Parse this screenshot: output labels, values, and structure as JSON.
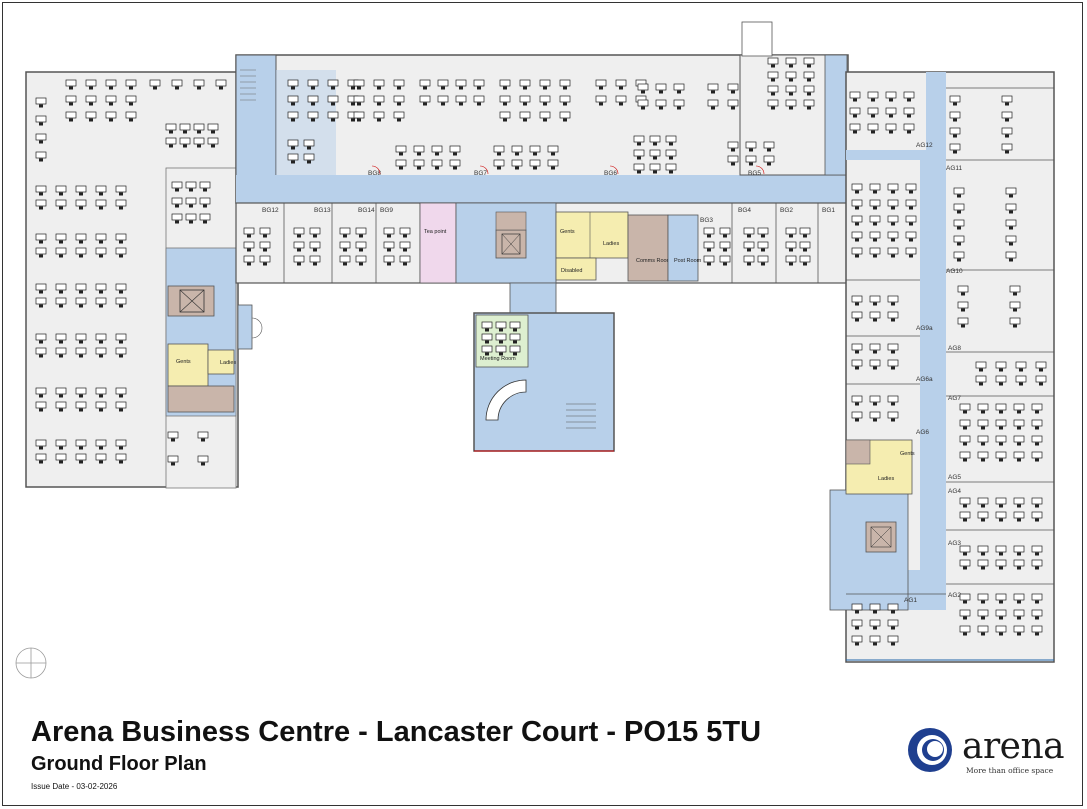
{
  "title": "Arena Business Centre - Lancaster Court - PO15 5TU",
  "subtitle": "Ground Floor Plan",
  "issue_date": "Issue Date - 03-02-2026",
  "logo": {
    "word": "arena",
    "tagline": "More than office space",
    "icon": "arena-ring-logo-icon",
    "accent": "#1f3f8f"
  },
  "colors": {
    "circulation": "#b8d0ea",
    "office": "#efefef",
    "toilet": "#f5edb0",
    "core": "#c9b5aa",
    "kitchen": "#f0d8ec",
    "meeting": "#ddefd0",
    "wall": "#555555"
  },
  "rooms": {
    "bg1": "BG1",
    "bg2": "BG2",
    "bg4": "BG4",
    "bg5": "BG5",
    "bg6": "BG6",
    "bg7": "BG7",
    "bg8": "BG8",
    "bg9": "BG9",
    "bg12": "BG12",
    "bg13": "BG13",
    "bg14": "BG14",
    "bg3": "BG3",
    "ag2": "AG2",
    "ag3": "AG3",
    "ag4": "AG4",
    "ag5": "AG5",
    "ag6": "AG6",
    "ag6a": "AG6a",
    "ag7": "AG7",
    "ag8": "AG8",
    "ag9a": "AG9a",
    "ag10": "AG10",
    "ag11": "AG11",
    "ag12": "AG12",
    "ag1": "AG1"
  },
  "labels": {
    "tea_point": "Tea point",
    "gents": "Gents",
    "ladies": "Ladies",
    "disabled": "Disabled",
    "comms_room": "Comms Room",
    "post_room": "Post Room",
    "meeting_room": "Meeting Room"
  }
}
